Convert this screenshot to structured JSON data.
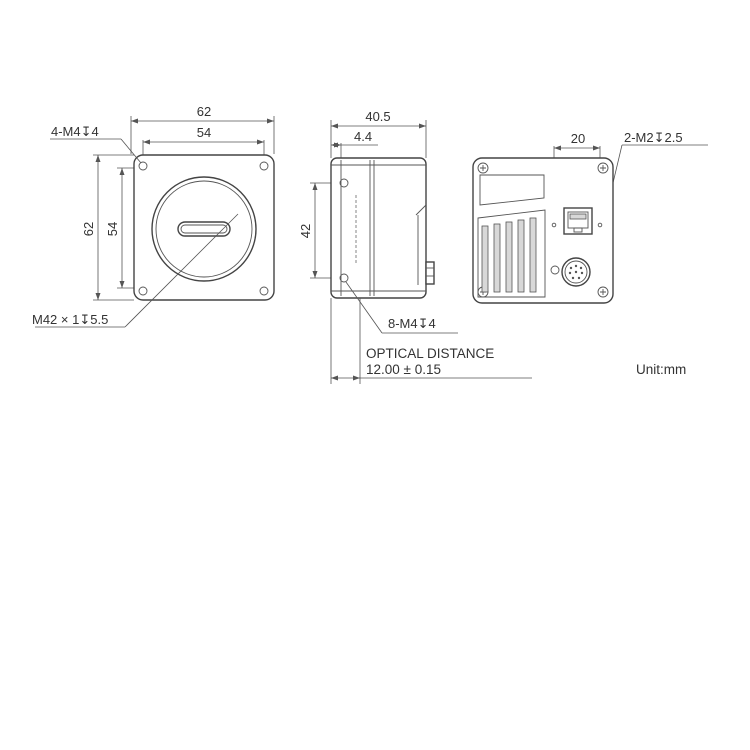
{
  "front_view": {
    "width_outer": "62",
    "width_inner": "54",
    "height_outer": "62",
    "height_inner": "54",
    "corner_holes": "4-M4",
    "corner_holes_depth": "4",
    "mount": "M42 × 1",
    "mount_depth": "5.5"
  },
  "side_view": {
    "length": "40.5",
    "flange": "4.4",
    "hole_spacing": "42",
    "side_holes": "8-M4",
    "side_holes_depth": "4",
    "optical_distance_label": "OPTICAL DISTANCE",
    "optical_distance_value": "12.00 ± 0.15"
  },
  "rear_view": {
    "hole_spacing": "20",
    "rear_holes": "2-M2",
    "rear_holes_depth": "2.5"
  },
  "unit_label": "Unit:mm",
  "depth_symbol": "↧"
}
